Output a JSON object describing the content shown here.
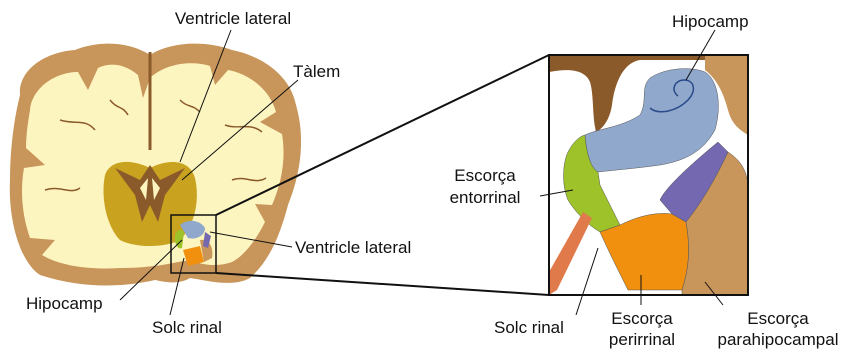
{
  "labels": {
    "ventricle_lateral_top": "Ventricle lateral",
    "talem": "Tàlem",
    "ventricle_lateral_right": "Ventricle lateral",
    "hipocamp_left": "Hipocamp",
    "solc_rinal_left": "Solc rinal",
    "hipocamp_right": "Hipocamp",
    "escorca_entorrinal_1": "Escorça",
    "escorca_entorrinal_2": "entorrinal",
    "solc_rinal_right": "Solc rinal",
    "escorca_perirrinal_1": "Escorça",
    "escorca_perirrinal_2": "perirrinal",
    "escorca_parahipocampal_1": "Escorça",
    "escorca_parahipocampal_2": "parahipocampal"
  },
  "colors": {
    "cortex": "#c8955a",
    "white_matter": "#fdf5c0",
    "thalamus": "#c9a31f",
    "ventricle": "#8b5a2b",
    "hippocampus": "#8fa8cc",
    "entorhinal": "#9ec22a",
    "perirhinal": "#f0900e",
    "parahippocampal": "#c8955a",
    "parahippocampal_upper": "#7468b0",
    "rhinal_sulcus": "#e07a4a"
  }
}
